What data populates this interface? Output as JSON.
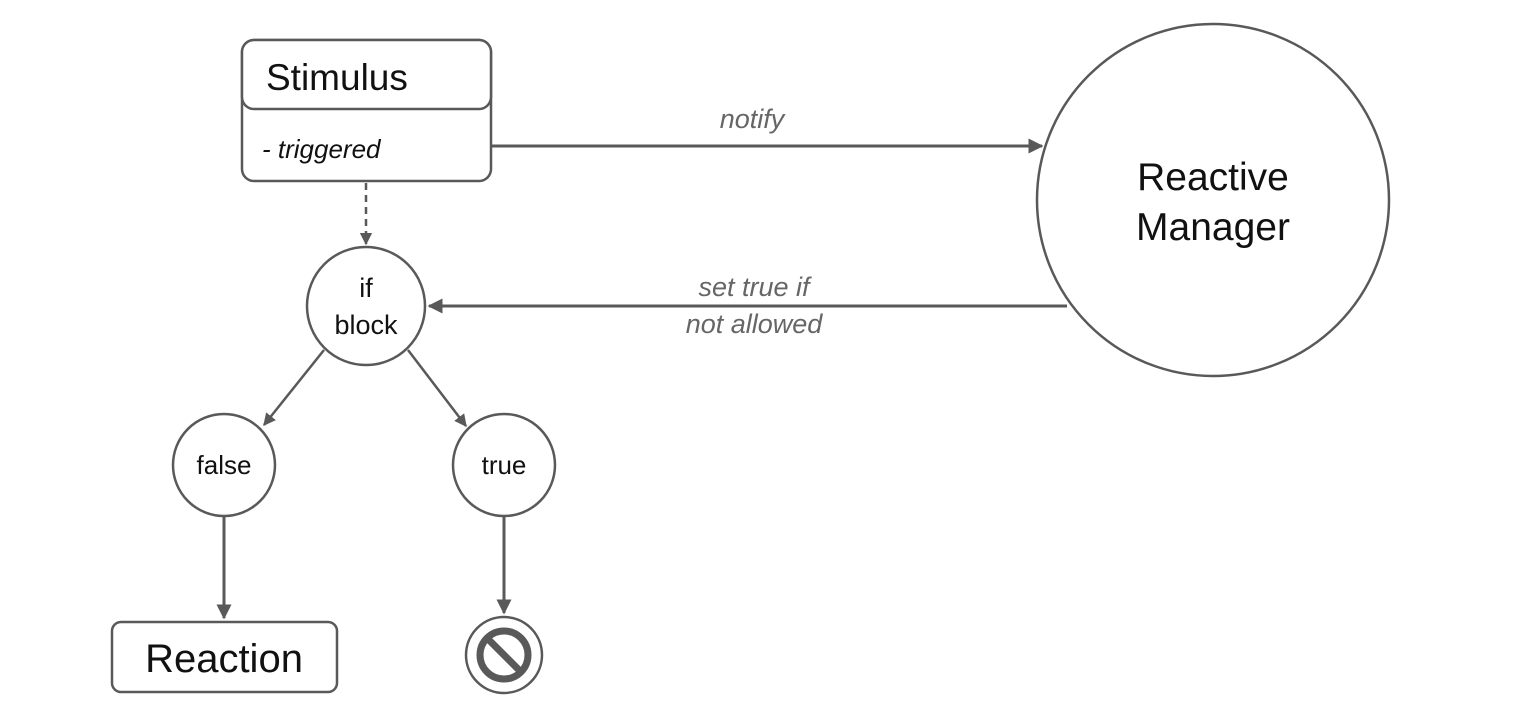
{
  "diagram": {
    "stimulus": {
      "title": "Stimulus",
      "attribute": "- triggered"
    },
    "reactive_manager": {
      "line1": "Reactive",
      "line2": "Manager"
    },
    "if_block": {
      "line1": "if",
      "line2": "block"
    },
    "false_node": "false",
    "true_node": "true",
    "reaction": "Reaction",
    "blocked_icon": "prohibited-icon",
    "edges": {
      "notify": "notify",
      "set_true_line1": "set true if",
      "set_true_line2": "not allowed"
    },
    "colors": {
      "stroke": "#595959",
      "label": "#666666",
      "text": "#111111"
    }
  }
}
